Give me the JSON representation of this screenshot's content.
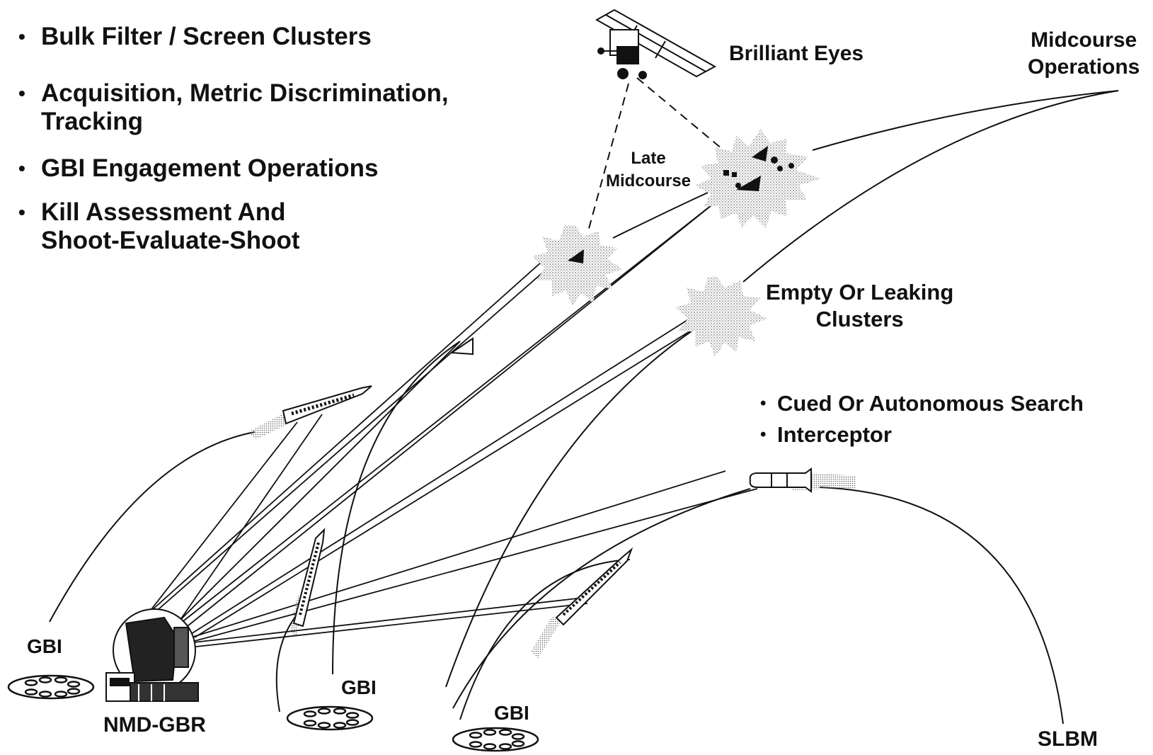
{
  "left_bullets": [
    {
      "lines": [
        "Bulk Filter / Screen Clusters"
      ]
    },
    {
      "lines": [
        "Acquisition, Metric Discrimination,",
        "Tracking"
      ]
    },
    {
      "lines": [
        "GBI Engagement Operations"
      ]
    },
    {
      "lines": [
        "Kill Assessment And",
        "Shoot-Evaluate-Shoot"
      ]
    }
  ],
  "right_bullets": [
    "Cued Or Autonomous Search",
    "Interceptor"
  ],
  "labels": {
    "brilliant_eyes": "Brilliant Eyes",
    "midcourse_line1": "Midcourse",
    "midcourse_line2": "Operations",
    "late_line1": "Late",
    "late_line2": "Midcourse",
    "empty_line1": "Empty Or Leaking",
    "empty_line2": "Clusters",
    "gbi_left": "GBI",
    "gbi_middle": "GBI",
    "gbi_right": "GBI",
    "nmd_gbr": "NMD-GBR",
    "slbm": "SLBM"
  },
  "icons": {
    "satellite": "satellite-icon",
    "radar": "radar-icon",
    "silo": "missile-silo-icon",
    "missile": "interceptor-missile-icon",
    "warhead": "warhead-cone-icon",
    "cluster": "target-cluster-burst-icon"
  },
  "colors": {
    "ink": "#111111",
    "stipple": "#9a9a9a",
    "paper": "#ffffff"
  }
}
